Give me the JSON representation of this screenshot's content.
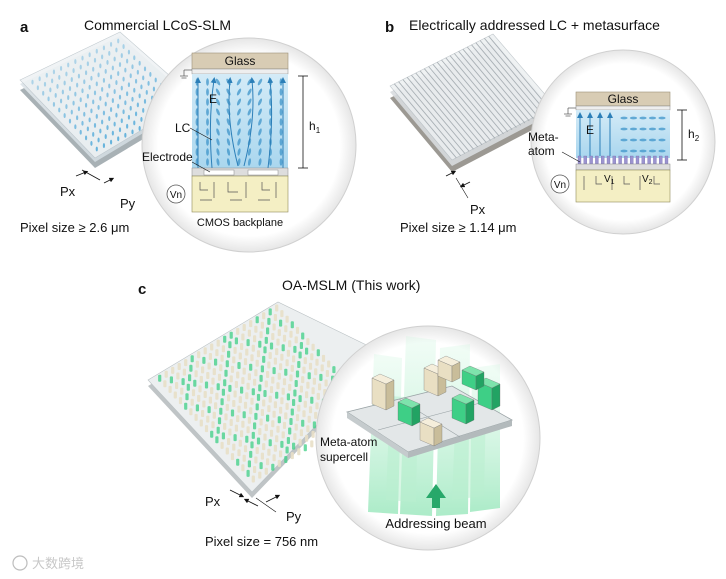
{
  "panel_a": {
    "letter": "a",
    "title": "Commercial LCoS-SLM",
    "glass": "Glass",
    "e_field": "E",
    "lc": "LC",
    "electrode": "Electrode",
    "height": "h",
    "height_sub": "1",
    "voltage": "Vn",
    "backplane": "CMOS backplane",
    "px": "Px",
    "py": "Py",
    "pixel_size": "Pixel size ≥ 2.6 μm"
  },
  "panel_b": {
    "letter": "b",
    "title": "Electrically addressed LC + metasurface",
    "glass": "Glass",
    "e_field": "E",
    "meta_atom_line1": "Meta-",
    "meta_atom_line2": "atom",
    "height": "h",
    "height_sub": "2",
    "v1": "V",
    "v1_sub": "1",
    "v2": "V",
    "v2_sub": "2",
    "voltage": "Vn",
    "px": "Px",
    "pixel_size": "Pixel size ≥ 1.14 μm"
  },
  "panel_c": {
    "letter": "c",
    "title": "OA-MSLM (This work)",
    "meta_atom_line1": "Meta-atom",
    "meta_atom_line2": "supercell",
    "addressing": "Addressing beam",
    "px": "Px",
    "py": "Py",
    "pixel_size": "Pixel size = 756 nm"
  },
  "watermark": "大数跨境",
  "colors": {
    "lc_blue": "#4aa6d8",
    "glass_tan": "#d8ccb4",
    "meta_green": "#3ecf86",
    "pillar_beige": "#e8dfc6",
    "backplane_yellow": "#f4efc4"
  }
}
